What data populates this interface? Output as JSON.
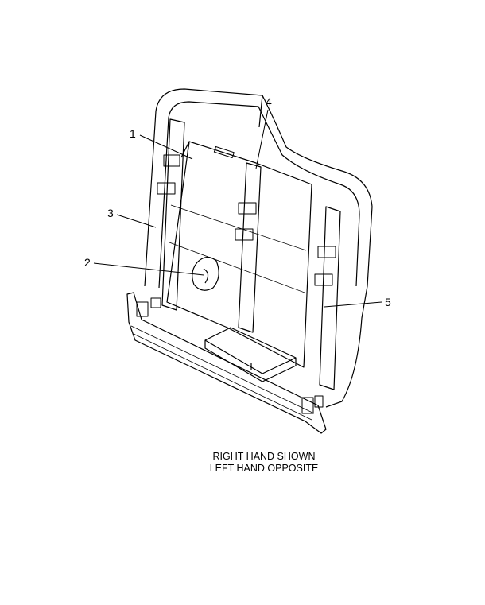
{
  "callouts": [
    "1",
    "2",
    "3",
    "4",
    "5"
  ],
  "caption": {
    "line1": "RIGHT HAND SHOWN",
    "line2": "LEFT HAND OPPOSITE"
  }
}
